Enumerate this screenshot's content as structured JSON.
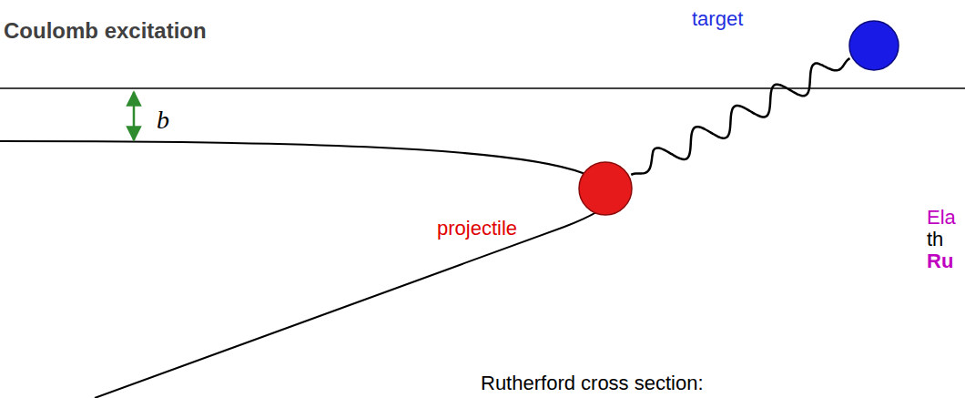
{
  "diagram": {
    "title": "Coulomb excitation",
    "nodes": [
      {
        "text": [
          "target"
        ]
      },
      {
        "text": [
          "projectile"
        ]
      }
    ],
    "edges": [
      {
        "from": 1,
        "to": 0,
        "arrow": "none"
      }
    ],
    "labels": [
      "b",
      "Ela",
      "th",
      "Ru",
      "Rutherford cross section:"
    ]
  }
}
